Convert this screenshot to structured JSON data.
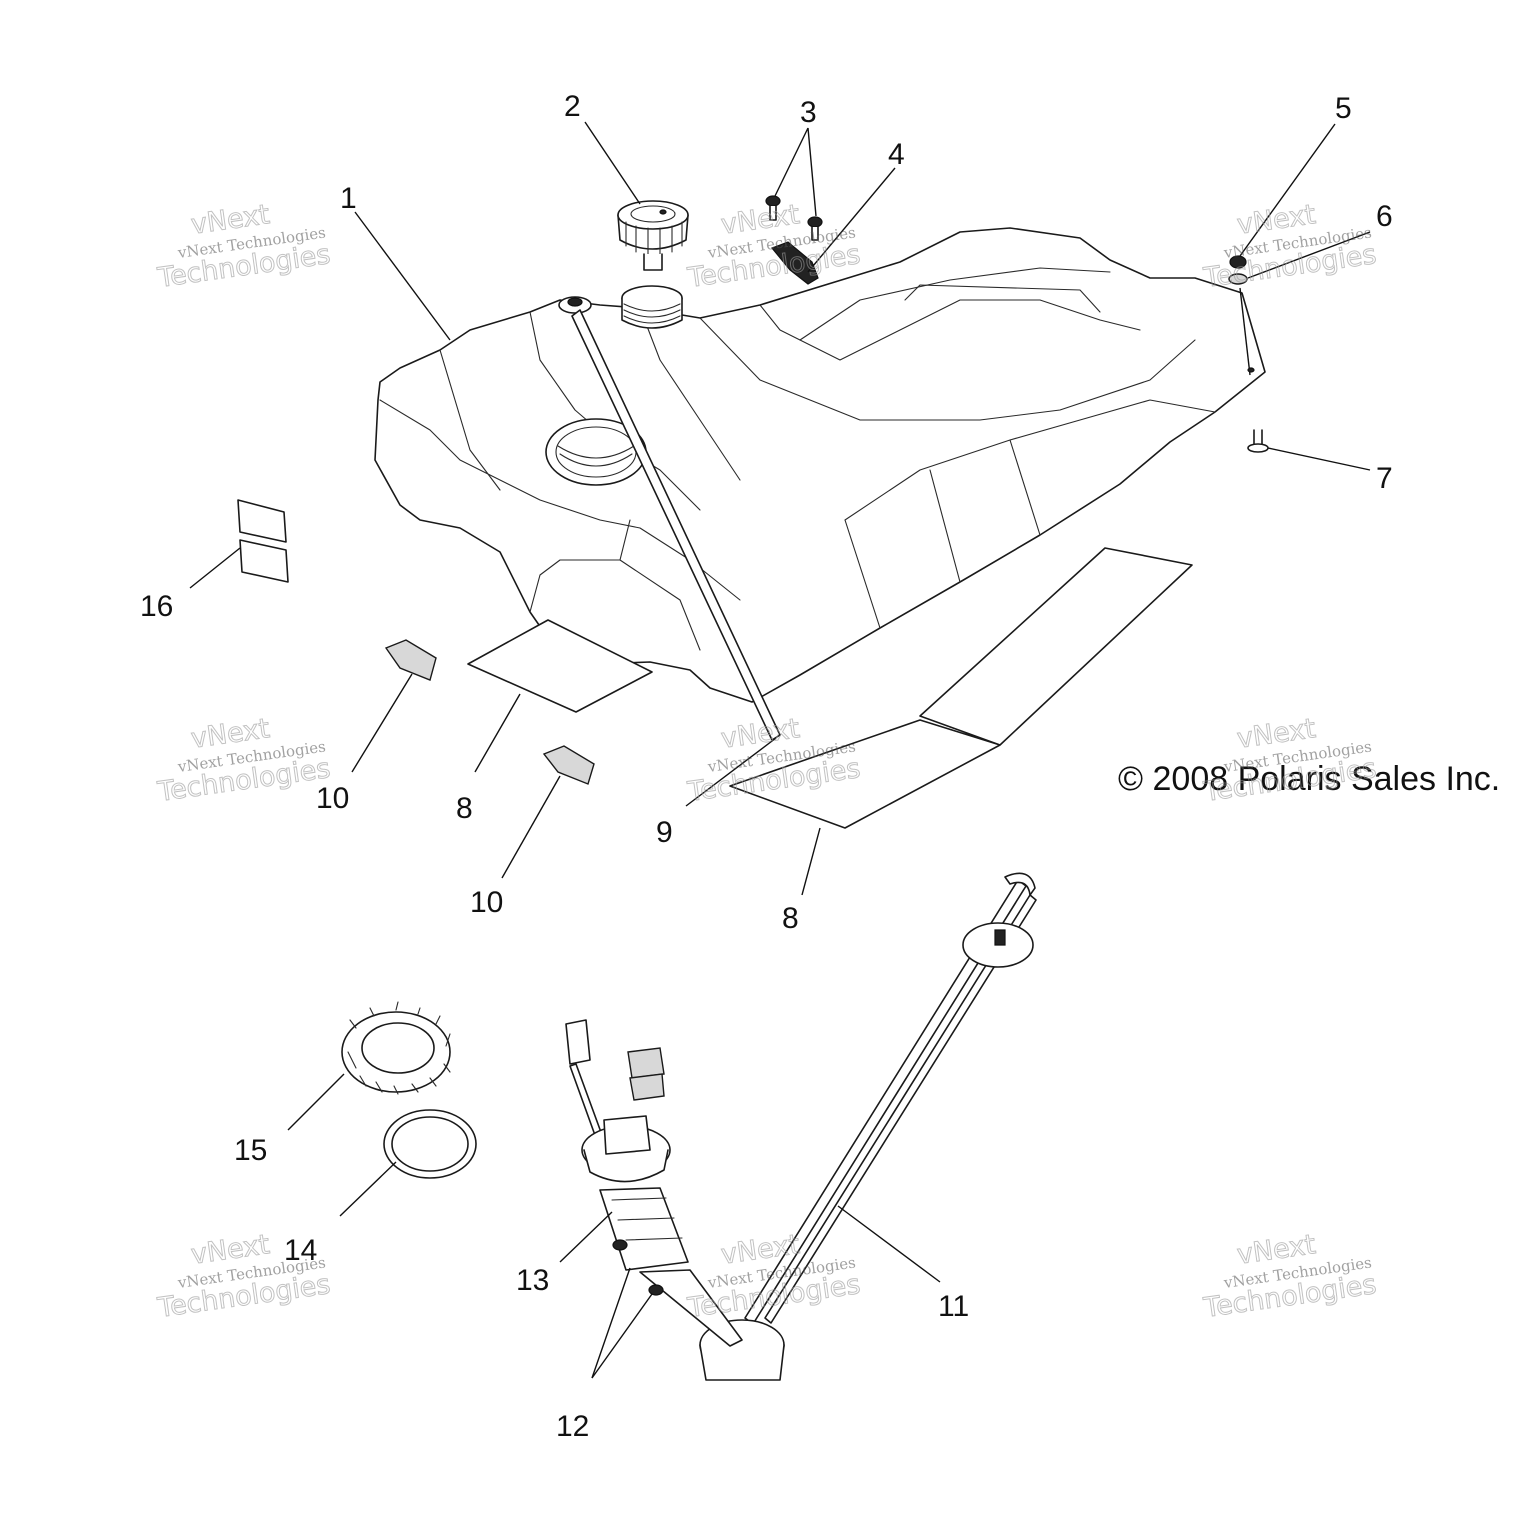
{
  "copyright": "© 2008 Polaris Sales Inc.",
  "watermark": {
    "line1": "vNext",
    "line2": "vNext Technologies",
    "line3": "Technologies"
  },
  "callouts": [
    {
      "id": "c1",
      "label": "1"
    },
    {
      "id": "c2",
      "label": "2"
    },
    {
      "id": "c3",
      "label": "3"
    },
    {
      "id": "c4",
      "label": "4"
    },
    {
      "id": "c5",
      "label": "5"
    },
    {
      "id": "c6",
      "label": "6"
    },
    {
      "id": "c7",
      "label": "7"
    },
    {
      "id": "c8a",
      "label": "8"
    },
    {
      "id": "c8b",
      "label": "8"
    },
    {
      "id": "c9",
      "label": "9"
    },
    {
      "id": "c10a",
      "label": "10"
    },
    {
      "id": "c10b",
      "label": "10"
    },
    {
      "id": "c11",
      "label": "11"
    },
    {
      "id": "c12",
      "label": "12"
    },
    {
      "id": "c13",
      "label": "13"
    },
    {
      "id": "c14",
      "label": "14"
    },
    {
      "id": "c15",
      "label": "15"
    },
    {
      "id": "c16",
      "label": "16"
    }
  ]
}
